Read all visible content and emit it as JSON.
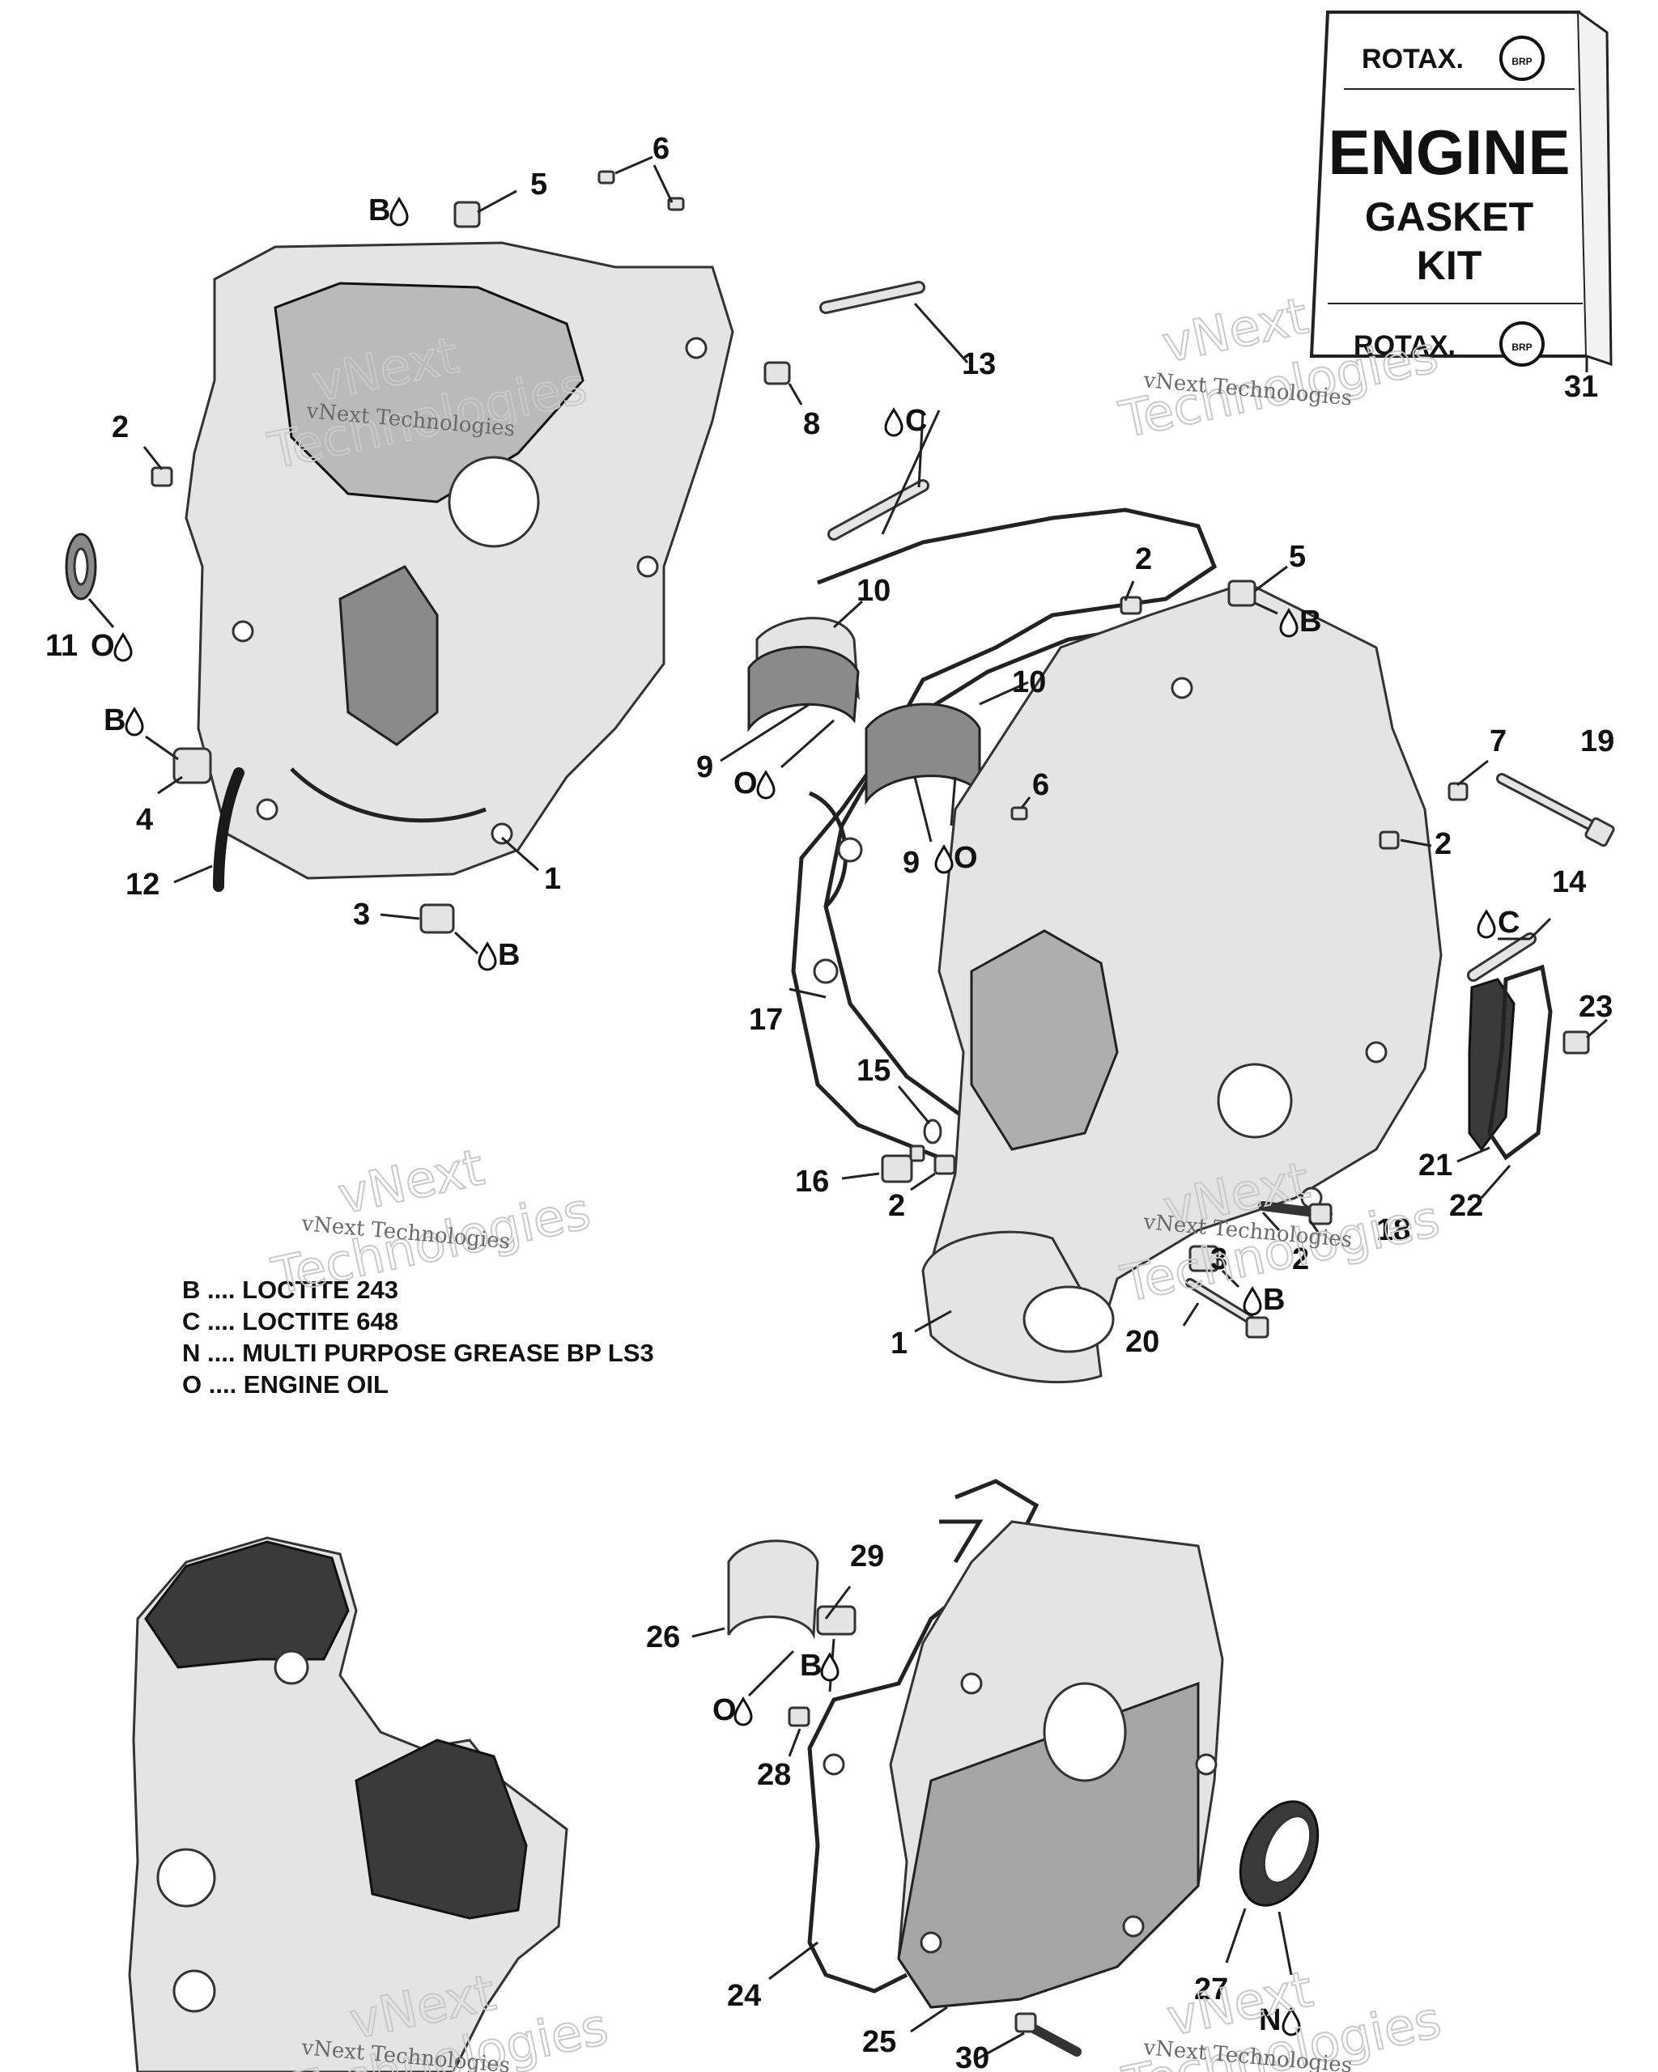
{
  "callouts": {
    "c_upper_1": "1",
    "c_upper_2": "2",
    "c_upper_3": "3",
    "c_upper_4": "4",
    "c_upper_5": "5",
    "c_upper_6": "6",
    "c_8": "8",
    "c_9": "9",
    "c_10": "10",
    "c_11": "11",
    "c_12": "12",
    "c_13": "13",
    "c_right_1": "1",
    "c_right_2a": "2",
    "c_right_2b": "2",
    "c_right_2c": "2",
    "c_right_2d": "2",
    "c_right_3": "3",
    "c_right_5": "5",
    "c_right_6": "6",
    "c_7": "7",
    "c_right_9": "9",
    "c_right_10": "10",
    "c_14": "14",
    "c_15": "15",
    "c_16": "16",
    "c_17": "17",
    "c_18": "18",
    "c_19": "19",
    "c_20": "20",
    "c_21": "21",
    "c_22": "22",
    "c_23": "23",
    "c_24": "24",
    "c_25": "25",
    "c_26": "26",
    "c_27": "27",
    "c_28": "28",
    "c_29": "29",
    "c_30": "30",
    "c_31": "31"
  },
  "tags": {
    "t_b_5": "B",
    "t_o_11": "O",
    "t_b_4": "B",
    "t_b_3": "B",
    "t_c_13": "C",
    "t_o_9": "O",
    "t_b_5r": "B",
    "t_o_9r": "O",
    "t_c_14": "C",
    "t_b_3r": "B",
    "t_o_26": "O",
    "t_b_29": "B",
    "t_n_27": "N"
  },
  "legend": [
    "B .... LOCTITE 243",
    "C .... LOCTITE 648",
    "N .... MULTI PURPOSE GREASE BP LS3",
    "O .... ENGINE OIL"
  ],
  "gasket_kit": {
    "brand_top": "ROTAX.",
    "line1": "ENGINE",
    "line2": "GASKET",
    "line3": "KIT",
    "brand_bottom": "ROTAX.",
    "badge": "BRP"
  },
  "watermark": {
    "big_line1": "vNext",
    "big_line2": "Technologies",
    "small": "vNext Technologies"
  },
  "colors": {
    "line": "#222222",
    "part_fill": "#e4e4e4",
    "part_dark": "#8a8a8a"
  },
  "icons": {
    "fluid_drop": "drop-icon"
  }
}
